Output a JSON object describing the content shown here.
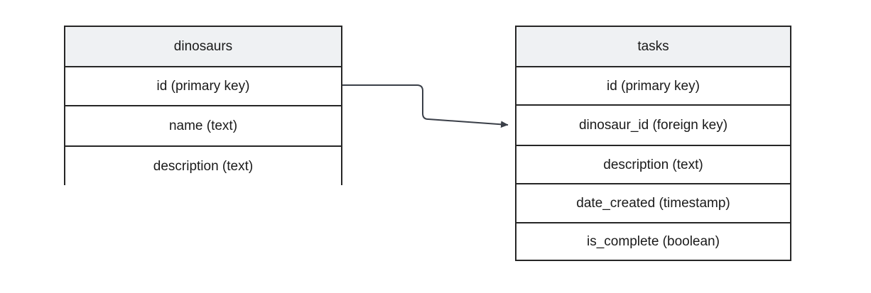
{
  "diagram": {
    "type": "entity-relationship-diagram",
    "background_color": "#ffffff",
    "line_color": "#3a3f48",
    "border_color": "#262626",
    "header_fill": "#eff1f3",
    "text_color": "#1a1a1a",
    "entities": [
      {
        "id": "dinosaurs",
        "title": "dinosaurs",
        "fields": [
          "id (primary key)",
          "name (text)",
          "description (text)"
        ]
      },
      {
        "id": "tasks",
        "title": "tasks",
        "fields": [
          "id (primary key)",
          "dinosaur_id (foreign key)",
          "description (text)",
          "date_created (timestamp)",
          "is_complete (boolean)"
        ]
      }
    ],
    "relationships": [
      {
        "id": "dinosaurs-to-tasks",
        "from_entity": "dinosaurs",
        "from_field": "id (primary key)",
        "to_entity": "tasks",
        "to_field": "dinosaur_id (foreign key)",
        "arrow": "filled-triangle",
        "style": "orthogonal-rounded"
      }
    ]
  }
}
